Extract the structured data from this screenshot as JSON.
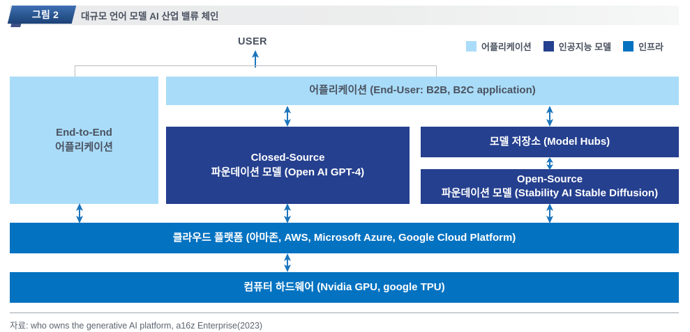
{
  "header": {
    "tag_label": "그림 2",
    "title": "대규모 언어 모델 AI 산업 밸류 체인"
  },
  "legend": {
    "items": [
      {
        "label": "어플리케이션",
        "color": "#a9dcf8",
        "icon": "legend-swatch"
      },
      {
        "label": "인공지능 모델",
        "color": "#25408f",
        "icon": "legend-swatch"
      },
      {
        "label": "인프라",
        "color": "#0372c1",
        "icon": "legend-swatch"
      }
    ]
  },
  "diagram": {
    "user_label": "USER",
    "boxes": {
      "end_to_end": {
        "line1": "End-to-End",
        "line2": "어플리케이션",
        "color": "#a9dcf8",
        "layer": "어플리케이션"
      },
      "end_user_application": {
        "line1": "어플리케이션 (End-User: B2B, B2C application)",
        "color": "#a9dcf8",
        "layer": "어플리케이션"
      },
      "closed_source": {
        "line1": "Closed-Source",
        "line2": "파운데이션 모델 (Open AI GPT-4)",
        "color": "#25408f",
        "layer": "인공지능 모델"
      },
      "model_hubs": {
        "line1": "모델 저장소 (Model Hubs)",
        "color": "#25408f",
        "layer": "인공지능 모델"
      },
      "open_source": {
        "line1": "Open-Source",
        "line2": "파운데이션 모델 (Stability AI Stable Diffusion)",
        "color": "#25408f",
        "layer": "인공지능 모델"
      },
      "cloud_platform": {
        "line1": "클라우드 플랫폼 (아마존, AWS, Microsoft Azure, Google Cloud Platform)",
        "color": "#0372c1",
        "layer": "인프라"
      },
      "computer_hardware": {
        "line1": "컴퓨터 하드웨어 (Nvidia GPU, google TPU)",
        "color": "#0372c1",
        "layer": "인프라"
      }
    }
  },
  "footer": {
    "source": "자료: who owns the generative AI platform, a16z Enterprise(2023)"
  }
}
